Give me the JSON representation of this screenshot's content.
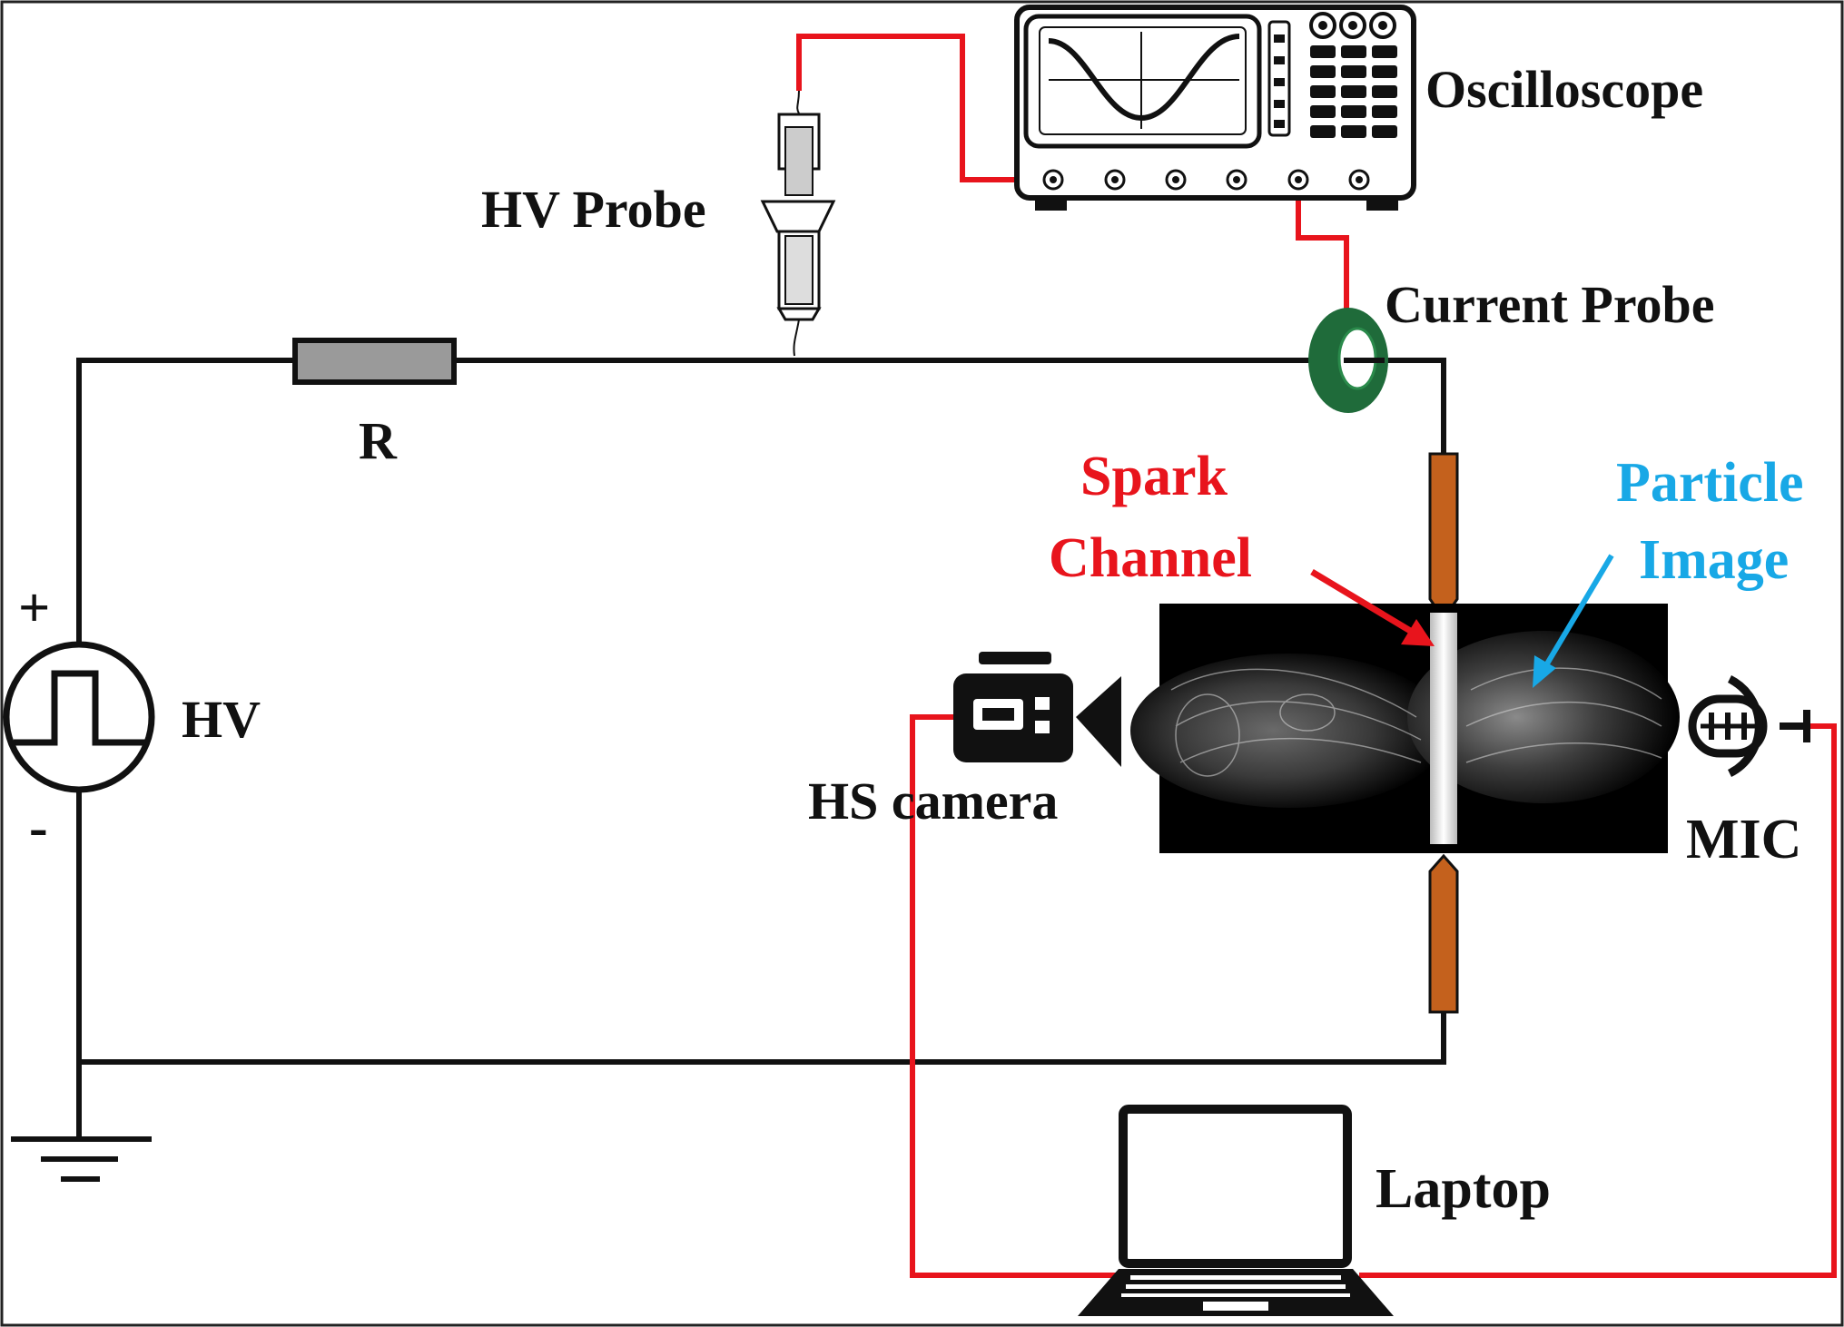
{
  "labels": {
    "oscilloscope": "Oscilloscope",
    "hv_probe": "HV Probe",
    "current_probe": "Current Probe",
    "resistor": "R",
    "spark_line1": "Spark",
    "spark_line2": "Channel",
    "particle_line1": "Particle",
    "particle_line2": "Image",
    "hv_source": "HV",
    "plus_sign": "+",
    "minus_sign": "-",
    "hs_camera": "HS camera",
    "mic": "MIC",
    "laptop": "Laptop"
  },
  "colors": {
    "wire_black": "#111111",
    "wire_red": "#e8141c",
    "spark_label": "#e8141c",
    "particle_label": "#18a8e6",
    "electrode": "#c4611d",
    "current_probe": "#1f6b3a",
    "resistor_fill": "#9a9a9a"
  },
  "icons": [
    "oscilloscope-icon",
    "hv-probe-icon",
    "current-probe-icon",
    "resistor-icon",
    "pulse-source-icon",
    "ground-icon",
    "electrode-icon",
    "camera-icon",
    "microphone-icon",
    "laptop-icon"
  ]
}
